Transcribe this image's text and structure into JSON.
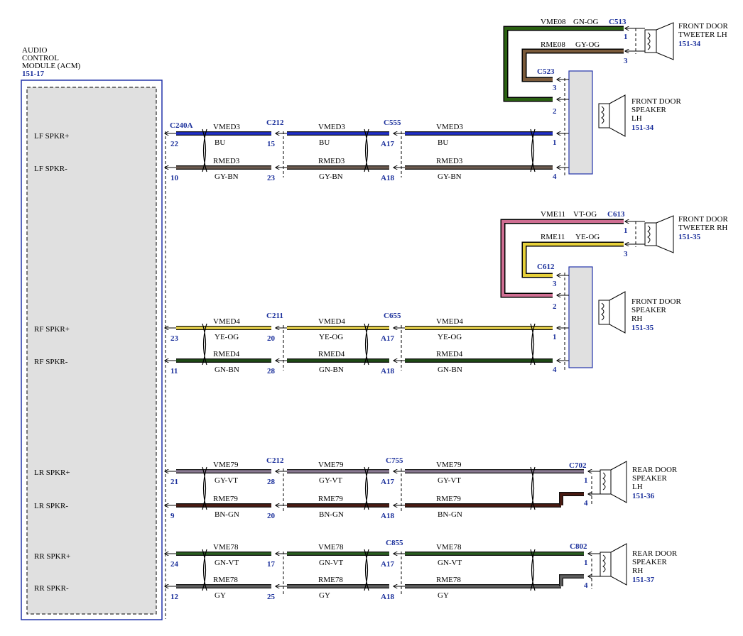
{
  "acm": {
    "title_lines": [
      "AUDIO",
      "CONTROL",
      "MODULE (ACM)"
    ],
    "ref": "151-17",
    "pins": [
      {
        "label": "LF SPKR+"
      },
      {
        "label": "LF SPKR-"
      },
      {
        "label": "RF SPKR+"
      },
      {
        "label": "RF SPKR-"
      },
      {
        "label": "LR SPKR+"
      },
      {
        "label": "LR SPKR-"
      },
      {
        "label": "RR SPKR+"
      },
      {
        "label": "RR SPKR-"
      }
    ]
  },
  "connectors": {
    "c1": "C240A",
    "lf_mid1": "C212",
    "lf_mid2": "C555",
    "rf_mid1": "C211",
    "rf_mid2": "C655",
    "lr_mid1": "C212",
    "lr_mid2": "C755",
    "rr_mid2": "C855",
    "c523": "C523",
    "c612": "C612",
    "c513": "C513",
    "c613": "C613",
    "c702": "C702",
    "c802": "C802"
  },
  "colors": {
    "BU": "#1f2fc9",
    "GY-BN": "#6b5a4f",
    "YE-OG": "#e8d24a",
    "GN-BN": "#1e4a14",
    "GY-VT": "#8a7a92",
    "BN-GN": "#4b1b12",
    "GN-VT": "#2a5f21",
    "GY": "#5f5f5f",
    "GN-OG": "#2b6112",
    "BN-OG": "#7a5a3a",
    "VT-OG": "#cf6e92",
    "YEOG2": "#e7d13a",
    "module_fill": "#e0e0e0",
    "module_border": "#2233aa"
  },
  "circuits": {
    "lfp": {
      "name": "VMED3",
      "color": "BU",
      "pins": [
        "22",
        "15",
        "A17",
        "1"
      ]
    },
    "lfm": {
      "name": "RMED3",
      "color": "GY-BN",
      "pins": [
        "10",
        "23",
        "A18",
        "4"
      ]
    },
    "rfp": {
      "name": "VMED4",
      "color": "YE-OG",
      "pins": [
        "23",
        "20",
        "A17",
        "1"
      ]
    },
    "rfm": {
      "name": "RMED4",
      "color": "GN-BN",
      "pins": [
        "11",
        "28",
        "A18",
        "4"
      ]
    },
    "lrp": {
      "name": "VME79",
      "color": "GY-VT",
      "pins": [
        "21",
        "28",
        "A17",
        "1"
      ]
    },
    "lrm": {
      "name": "RME79",
      "color": "BN-GN",
      "pins": [
        "9",
        "20",
        "A18",
        "4"
      ]
    },
    "rrp": {
      "name": "VME78",
      "color": "GN-VT",
      "pins": [
        "24",
        "17",
        "A17",
        "1"
      ]
    },
    "rrm": {
      "name": "RME78",
      "color": "GY",
      "pins": [
        "12",
        "25",
        "A18",
        "4"
      ]
    }
  },
  "tweeter_lh": {
    "w1_name": "VME08",
    "w1_color": "GN-OG",
    "w2_name": "RME08",
    "w2_color": "GY-OG",
    "pin_a": "1",
    "pin_b": "3",
    "pin_c": "3",
    "pin_d": "2",
    "title_lines": [
      "FRONT DOOR",
      "TWEETER LH"
    ],
    "ref": "151-34"
  },
  "tweeter_rh": {
    "w1_name": "VME11",
    "w1_color": "VT-OG",
    "w2_name": "RME11",
    "w2_color": "YE-OG",
    "pin_a": "1",
    "pin_b": "3",
    "pin_c": "3",
    "pin_d": "2",
    "title_lines": [
      "FRONT DOOR",
      "TWEETER RH"
    ],
    "ref": "151-35"
  },
  "speaker_lh": {
    "title_lines": [
      "FRONT DOOR",
      "SPEAKER",
      "LH"
    ],
    "ref": "151-34"
  },
  "speaker_rh": {
    "title_lines": [
      "FRONT DOOR",
      "SPEAKER",
      "RH"
    ],
    "ref": "151-35"
  },
  "rear_lh": {
    "title_lines": [
      "REAR DOOR",
      "SPEAKER",
      "LH"
    ],
    "ref": "151-36"
  },
  "rear_rh": {
    "title_lines": [
      "REAR DOOR",
      "SPEAKER",
      "RH"
    ],
    "ref": "151-37"
  }
}
